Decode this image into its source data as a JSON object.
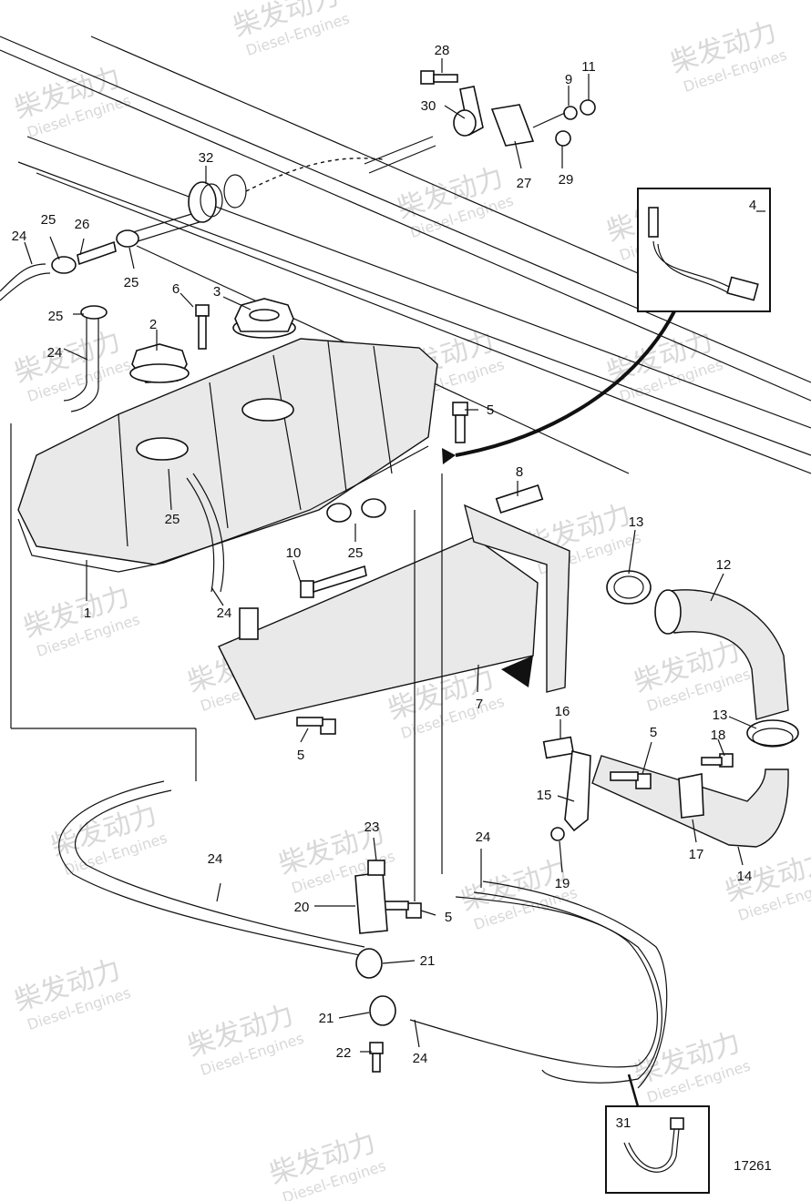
{
  "figure": {
    "drawing_number": "17261",
    "watermark": {
      "chinese": "柴发动力",
      "english": "Diesel-Engines"
    },
    "callouts": [
      "1",
      "2",
      "3",
      "4",
      "5",
      "6",
      "7",
      "8",
      "9",
      "10",
      "11",
      "12",
      "13",
      "14",
      "15",
      "16",
      "17",
      "18",
      "19",
      "20",
      "21",
      "22",
      "23",
      "24",
      "25",
      "26",
      "27",
      "28",
      "29",
      "30",
      "31",
      "32"
    ],
    "insets": {
      "sensor": "4",
      "cable": "31"
    }
  },
  "colors": {
    "ink": "#111111",
    "watermark": "#d8d8d8",
    "fill": "#e9e9e9"
  }
}
